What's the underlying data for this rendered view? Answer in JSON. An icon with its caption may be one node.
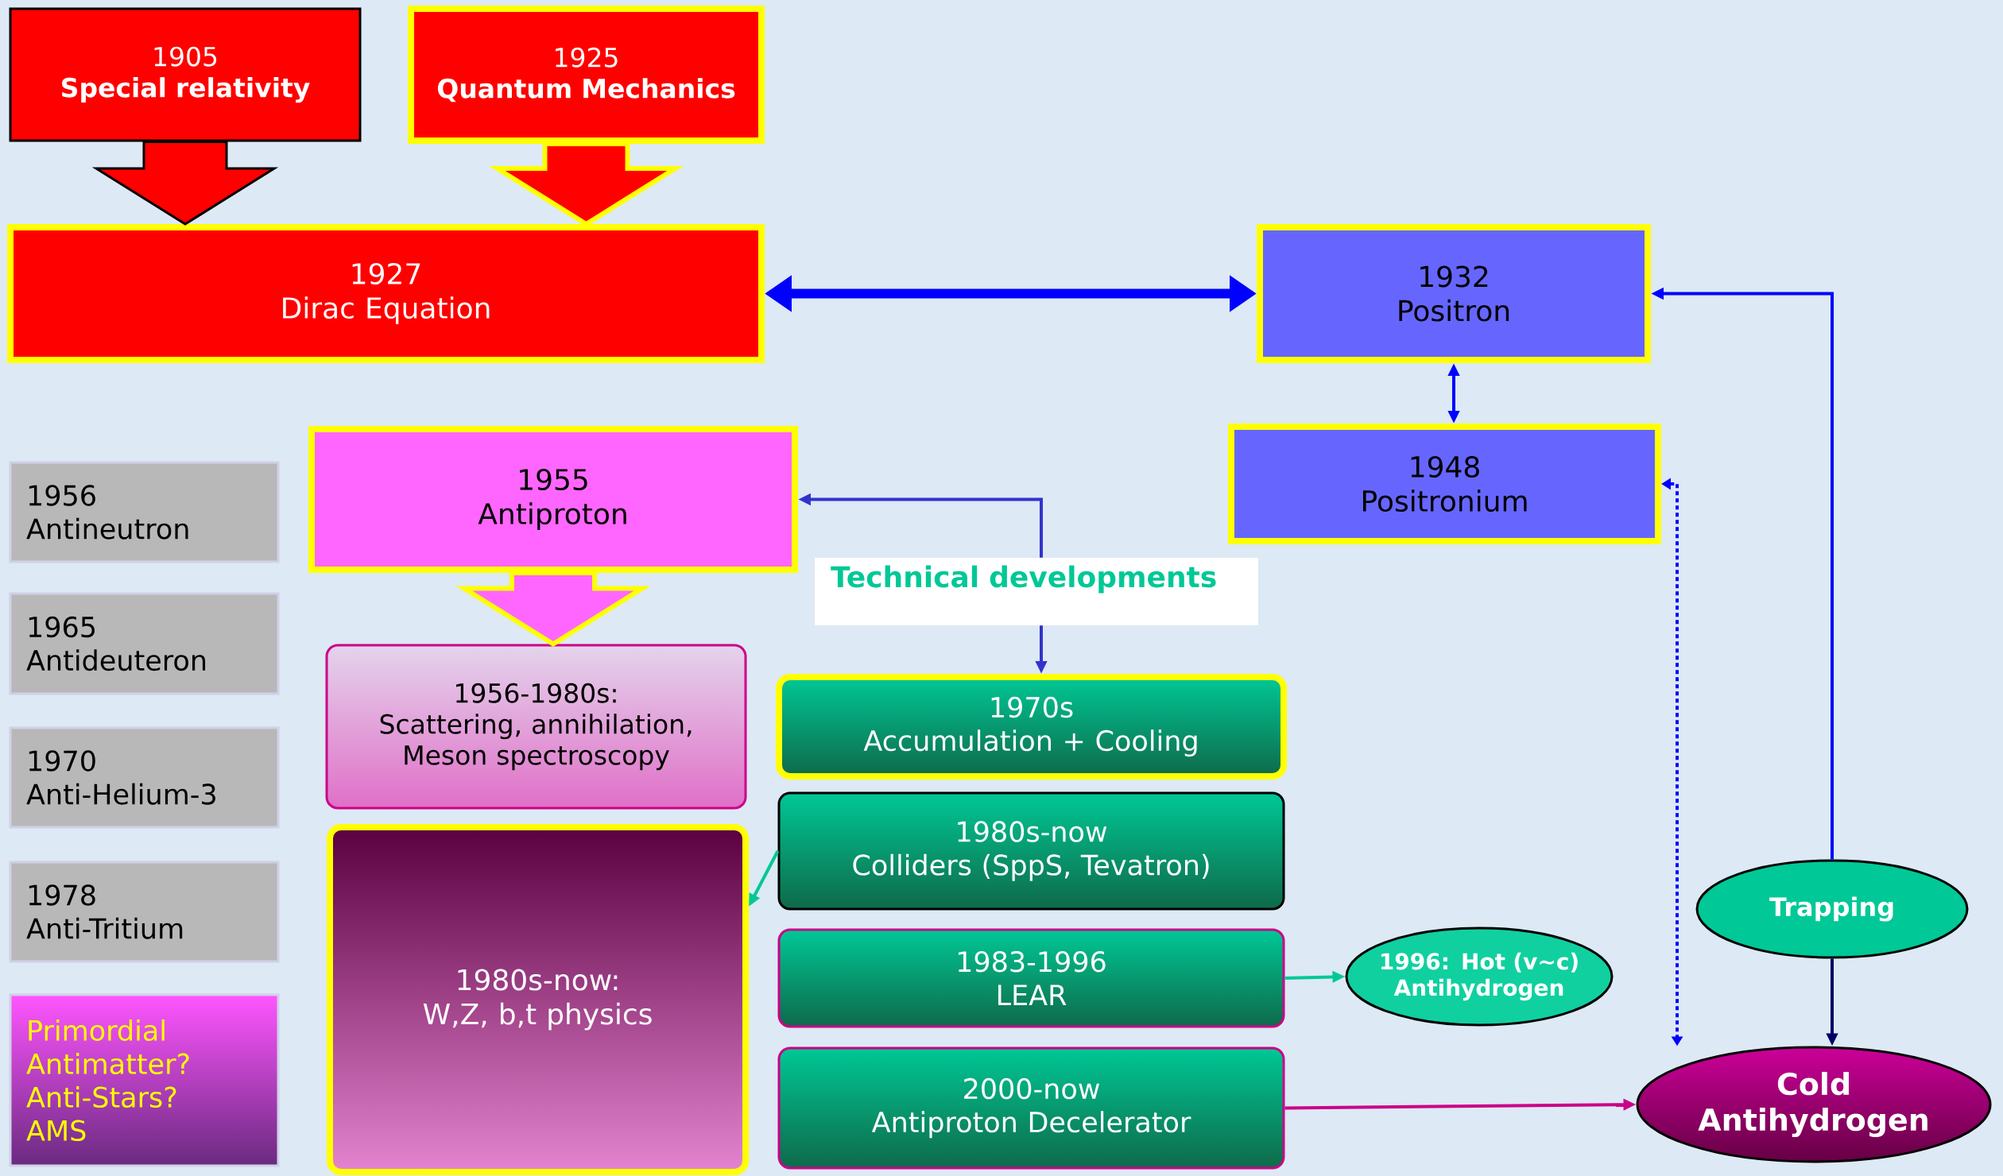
{
  "diagram": {
    "nodes": [
      {
        "text": [
          "1905",
          "Special relativity"
        ]
      },
      {
        "text": [
          "1925",
          "Quantum Mechanics"
        ]
      },
      {
        "text": [
          "1927",
          "Dirac Equation"
        ]
      },
      {
        "text": [
          "1932",
          "Positron"
        ]
      },
      {
        "text": [
          "1948",
          "Positronium"
        ]
      },
      {
        "text": [
          "1955",
          "Antiproton"
        ]
      },
      {
        "text": [
          "1956-1980s:",
          "Scattering, annihilation, Meson spectroscopy"
        ]
      },
      {
        "text": [
          "1980s-now:",
          "W,Z, b,t physics"
        ]
      },
      {
        "text": [
          "Technical developments"
        ]
      },
      {
        "text": [
          "1970s",
          "Accumulation + Cooling"
        ]
      },
      {
        "text": [
          "1980s-now",
          "Colliders (SppS, Tevatron)"
        ]
      },
      {
        "text": [
          "1983-1996",
          "LEAR"
        ]
      },
      {
        "text": [
          "2000-now",
          "Antiproton Decelerator"
        ]
      },
      {
        "text": [
          "1996: Hot (v~c) Antihydrogen"
        ]
      },
      {
        "text": [
          "Trapping"
        ]
      },
      {
        "text": [
          "Cold Antihydrogen"
        ]
      },
      {
        "text": [
          "1956",
          "Antineutron"
        ]
      },
      {
        "text": [
          "1965",
          "Antideuteron"
        ]
      },
      {
        "text": [
          "1970",
          "Anti-Helium-3"
        ]
      },
      {
        "text": [
          "1978",
          "Anti-Tritium"
        ]
      },
      {
        "text": [
          "Primordial Antimatter?",
          "Anti-Stars?",
          "AMS"
        ]
      }
    ],
    "edges": [
      {
        "from": 0,
        "to": 2,
        "arrow": "to",
        "style": "thick",
        "color": "#ff0000"
      },
      {
        "from": 1,
        "to": 2,
        "arrow": "to",
        "style": "thick",
        "color": "#ff0000"
      },
      {
        "from": 2,
        "to": 3,
        "arrow": "both",
        "style": "thick"
      },
      {
        "from": 3,
        "to": 4,
        "arrow": "both"
      },
      {
        "from": 5,
        "to": 6,
        "arrow": "to",
        "style": "thick",
        "color": "#ff66ff"
      },
      {
        "from": 8,
        "to": 5,
        "arrow": "to",
        "color": "#3333cc"
      },
      {
        "from": 8,
        "to": 9,
        "arrow": "to",
        "color": "#3333cc"
      },
      {
        "from": 10,
        "to": 7,
        "arrow": "to",
        "color": "#00c896"
      },
      {
        "from": 11,
        "to": 13,
        "arrow": "to",
        "color": "#00c896"
      },
      {
        "from": 12,
        "to": 15,
        "arrow": "to",
        "color": "#cc0088"
      },
      {
        "from": 14,
        "to": 3,
        "arrow": "to"
      },
      {
        "from": 14,
        "to": 15,
        "arrow": "to",
        "color": "#000066"
      },
      {
        "from": 4,
        "to": 15,
        "arrow": "both",
        "style": "dashed"
      }
    ]
  }
}
